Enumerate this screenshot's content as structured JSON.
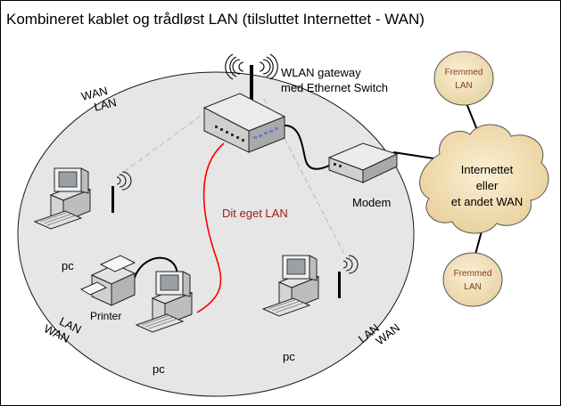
{
  "title": "Kombineret kablet og trådløst LAN (tilsluttet Internettet - WAN)",
  "gateway_label": [
    "WLAN gateway",
    "med Ethernet Switch"
  ],
  "boundary_top": [
    "WAN",
    "LAN"
  ],
  "boundary_left": [
    "LAN",
    "WAN"
  ],
  "boundary_right": [
    "LAN",
    "WAN"
  ],
  "own_lan_label": "Dit eget LAN",
  "modem_label": "Modem",
  "internet_label": [
    "Internettet",
    "eller",
    "et andet WAN"
  ],
  "foreign_lan_top": [
    "Fremmed",
    "LAN"
  ],
  "foreign_lan_bottom": [
    "Fremmed",
    "LAN"
  ],
  "pc_label": "pc",
  "printer_label": "Printer",
  "colors": {
    "lan_area": "#e6e6e6",
    "cloud": "#f3dfb8",
    "red_cable": "#ff0000",
    "own_lan_text": "#9b1b1b",
    "foreign_text": "#8b3a1a"
  }
}
